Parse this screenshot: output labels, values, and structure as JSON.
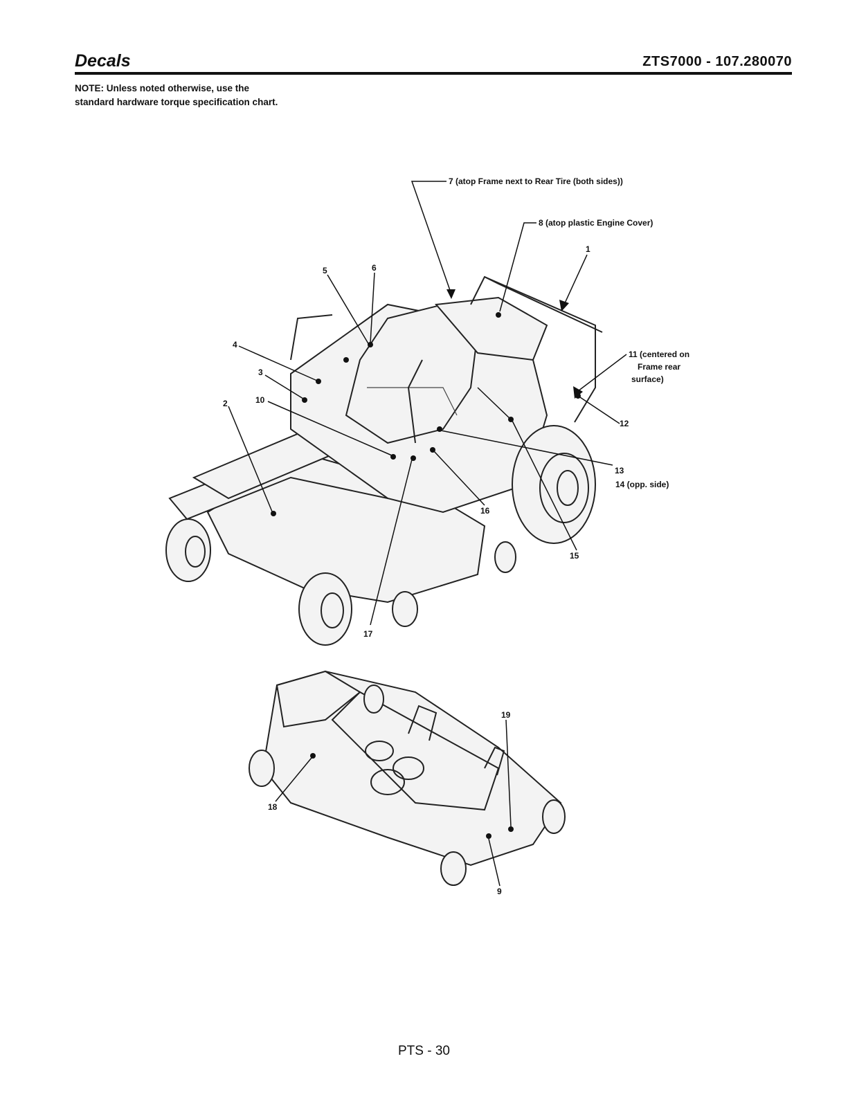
{
  "header": {
    "title": "Decals",
    "model": "ZTS7000 - 107.280070"
  },
  "note": "NOTE: Unless noted otherwise, use the standard hardware torque specification chart.",
  "callouts": {
    "c1": "1",
    "c2": "2",
    "c3": "3",
    "c4": "4",
    "c5": "5",
    "c6": "6",
    "c7": "7 (atop Frame next to Rear Tire (both sides))",
    "c8": "8 (atop plastic Engine Cover)",
    "c9": "9",
    "c10": "10",
    "c11a": "11 (centered on",
    "c11b": "Frame rear",
    "c11c": "surface)",
    "c12": "12",
    "c13": "13",
    "c14": "14 (opp. side)",
    "c15": "15",
    "c16": "16",
    "c17": "17",
    "c18": "18",
    "c19": "19"
  },
  "footer": "PTS - 30"
}
